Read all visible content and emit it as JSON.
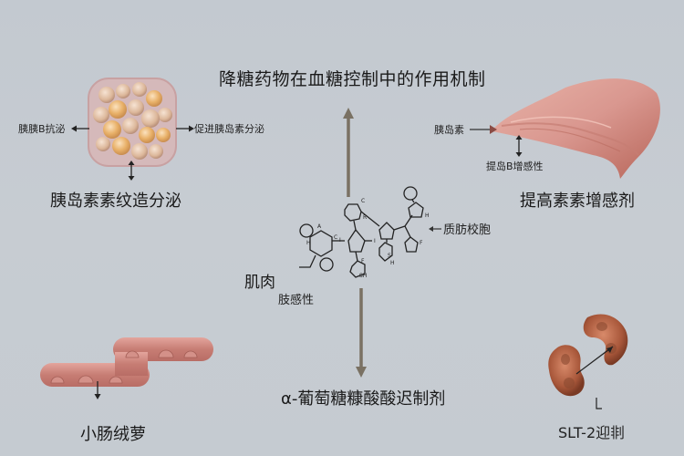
{
  "title": "降糖药物在血糖控制中的作用机制",
  "panels": {
    "pancreas_cell": {
      "label": "胰岛素素纹造分泌",
      "left_note": "胰胰B抗泌",
      "right_note": "促进胰岛素分泌"
    },
    "liver": {
      "label": "提高素素增感剂",
      "pointer_note": "胰岛素",
      "below_note": "提岛B增感性"
    },
    "molecule": {
      "left_label": "肌肉",
      "left_sublabel": "肢感性",
      "right_label": "质肪校胞",
      "atom_labels": [
        "A",
        "H",
        "C",
        "C",
        "R",
        "H",
        "S",
        "H",
        "F",
        "SH",
        "F",
        "I",
        "I"
      ]
    },
    "intestine": {
      "label": "小肠绒萝"
    },
    "center_bottom": {
      "label": "α-葡萄糖糠酸酸迟制剂"
    },
    "kidney": {
      "label": "SLT-2迎剕"
    }
  },
  "colors": {
    "background": "#c5cbd1",
    "arrow": "#7a7163",
    "tissue_pink": "#d9978f",
    "kidney_brown": "#a8573a",
    "cell_gold": "#e8b068"
  }
}
